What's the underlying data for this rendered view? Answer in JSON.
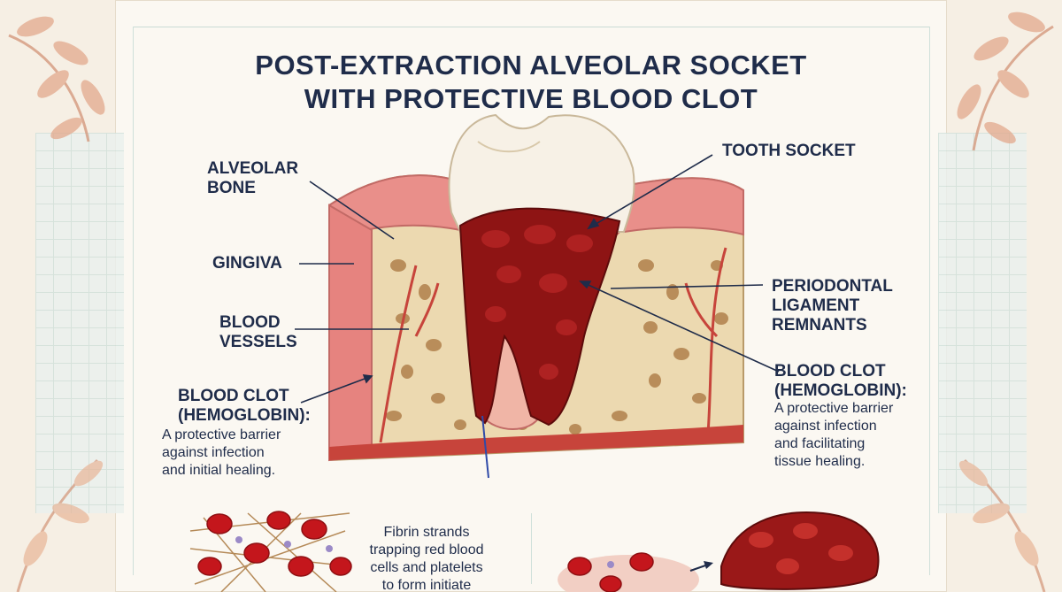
{
  "title": {
    "line1": "POST-EXTRACTION ALVEOLAR SOCKET",
    "line2": "WITH PROTECTIVE BLOOD CLOT"
  },
  "labels": {
    "alveolar_bone": [
      "ALVEOLAR",
      "BONE"
    ],
    "gingiva": "GINGIVA",
    "blood_vessels": [
      "BLOOD",
      "VESSELS"
    ],
    "tooth_socket": "TOOTH SOCKET",
    "periodontal": [
      "PERIODONTAL",
      "LIGAMENT",
      "REMNANTS"
    ]
  },
  "clot_left": {
    "heading": [
      "BLOOD CLOT",
      "(HEMOGLOBIN):"
    ],
    "text": [
      "A protective barrier",
      "against infection",
      "and initial healing."
    ]
  },
  "clot_right": {
    "heading": [
      "BLOOD CLOT",
      "(HEMOGLOBIN):"
    ],
    "text": [
      "A protective barrier",
      "against infection",
      "and facilitating",
      "tissue healing."
    ]
  },
  "fibrin": {
    "text": [
      "Fibrin strands",
      "trapping red blood",
      "cells and platelets",
      "to form initiate"
    ]
  },
  "colors": {
    "title_navy": "#1f2c4a",
    "clot_red": "#8e1414",
    "gum_pink": "#e98f8a",
    "bone_beige": "#ecd9b0",
    "tooth_white": "#f7f1e6"
  }
}
